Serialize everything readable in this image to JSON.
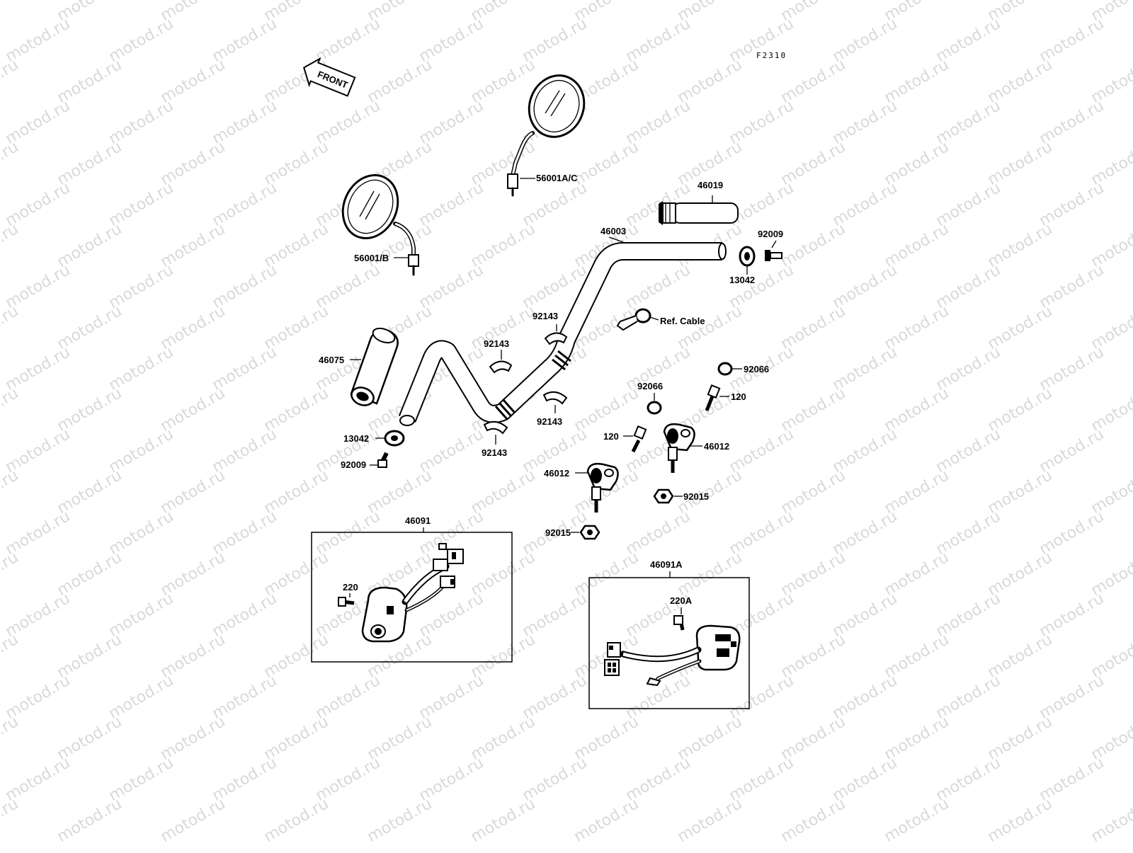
{
  "figure_code": "F2310",
  "front_arrow_label": "FRONT",
  "watermark": "motod.ru",
  "labels": {
    "mirror_right": "56001A/C",
    "mirror_left": "56001/B",
    "throttle_grip": "46019",
    "handlebar": "46003",
    "bolt_right_end": "92009",
    "weight_right": "13042",
    "cable_ref": "Ref. Cable",
    "clamp_upper_right": "92143",
    "clamp_upper_left": "92143",
    "clamp_lower_right": "92143",
    "clamp_lower_left": "92143",
    "grip_left": "46075",
    "weight_left": "13042",
    "bolt_left_end": "92009",
    "cap_right": "92066",
    "cap_center": "92066",
    "bolt_holder_right": "120",
    "bolt_holder_left": "120",
    "holder_right": "46012",
    "holder_left": "46012",
    "nut_right": "92015",
    "nut_left": "92015",
    "switch_left": "46091",
    "screw_left_switch": "220",
    "switch_right": "46091A",
    "screw_right_switch": "220A"
  }
}
